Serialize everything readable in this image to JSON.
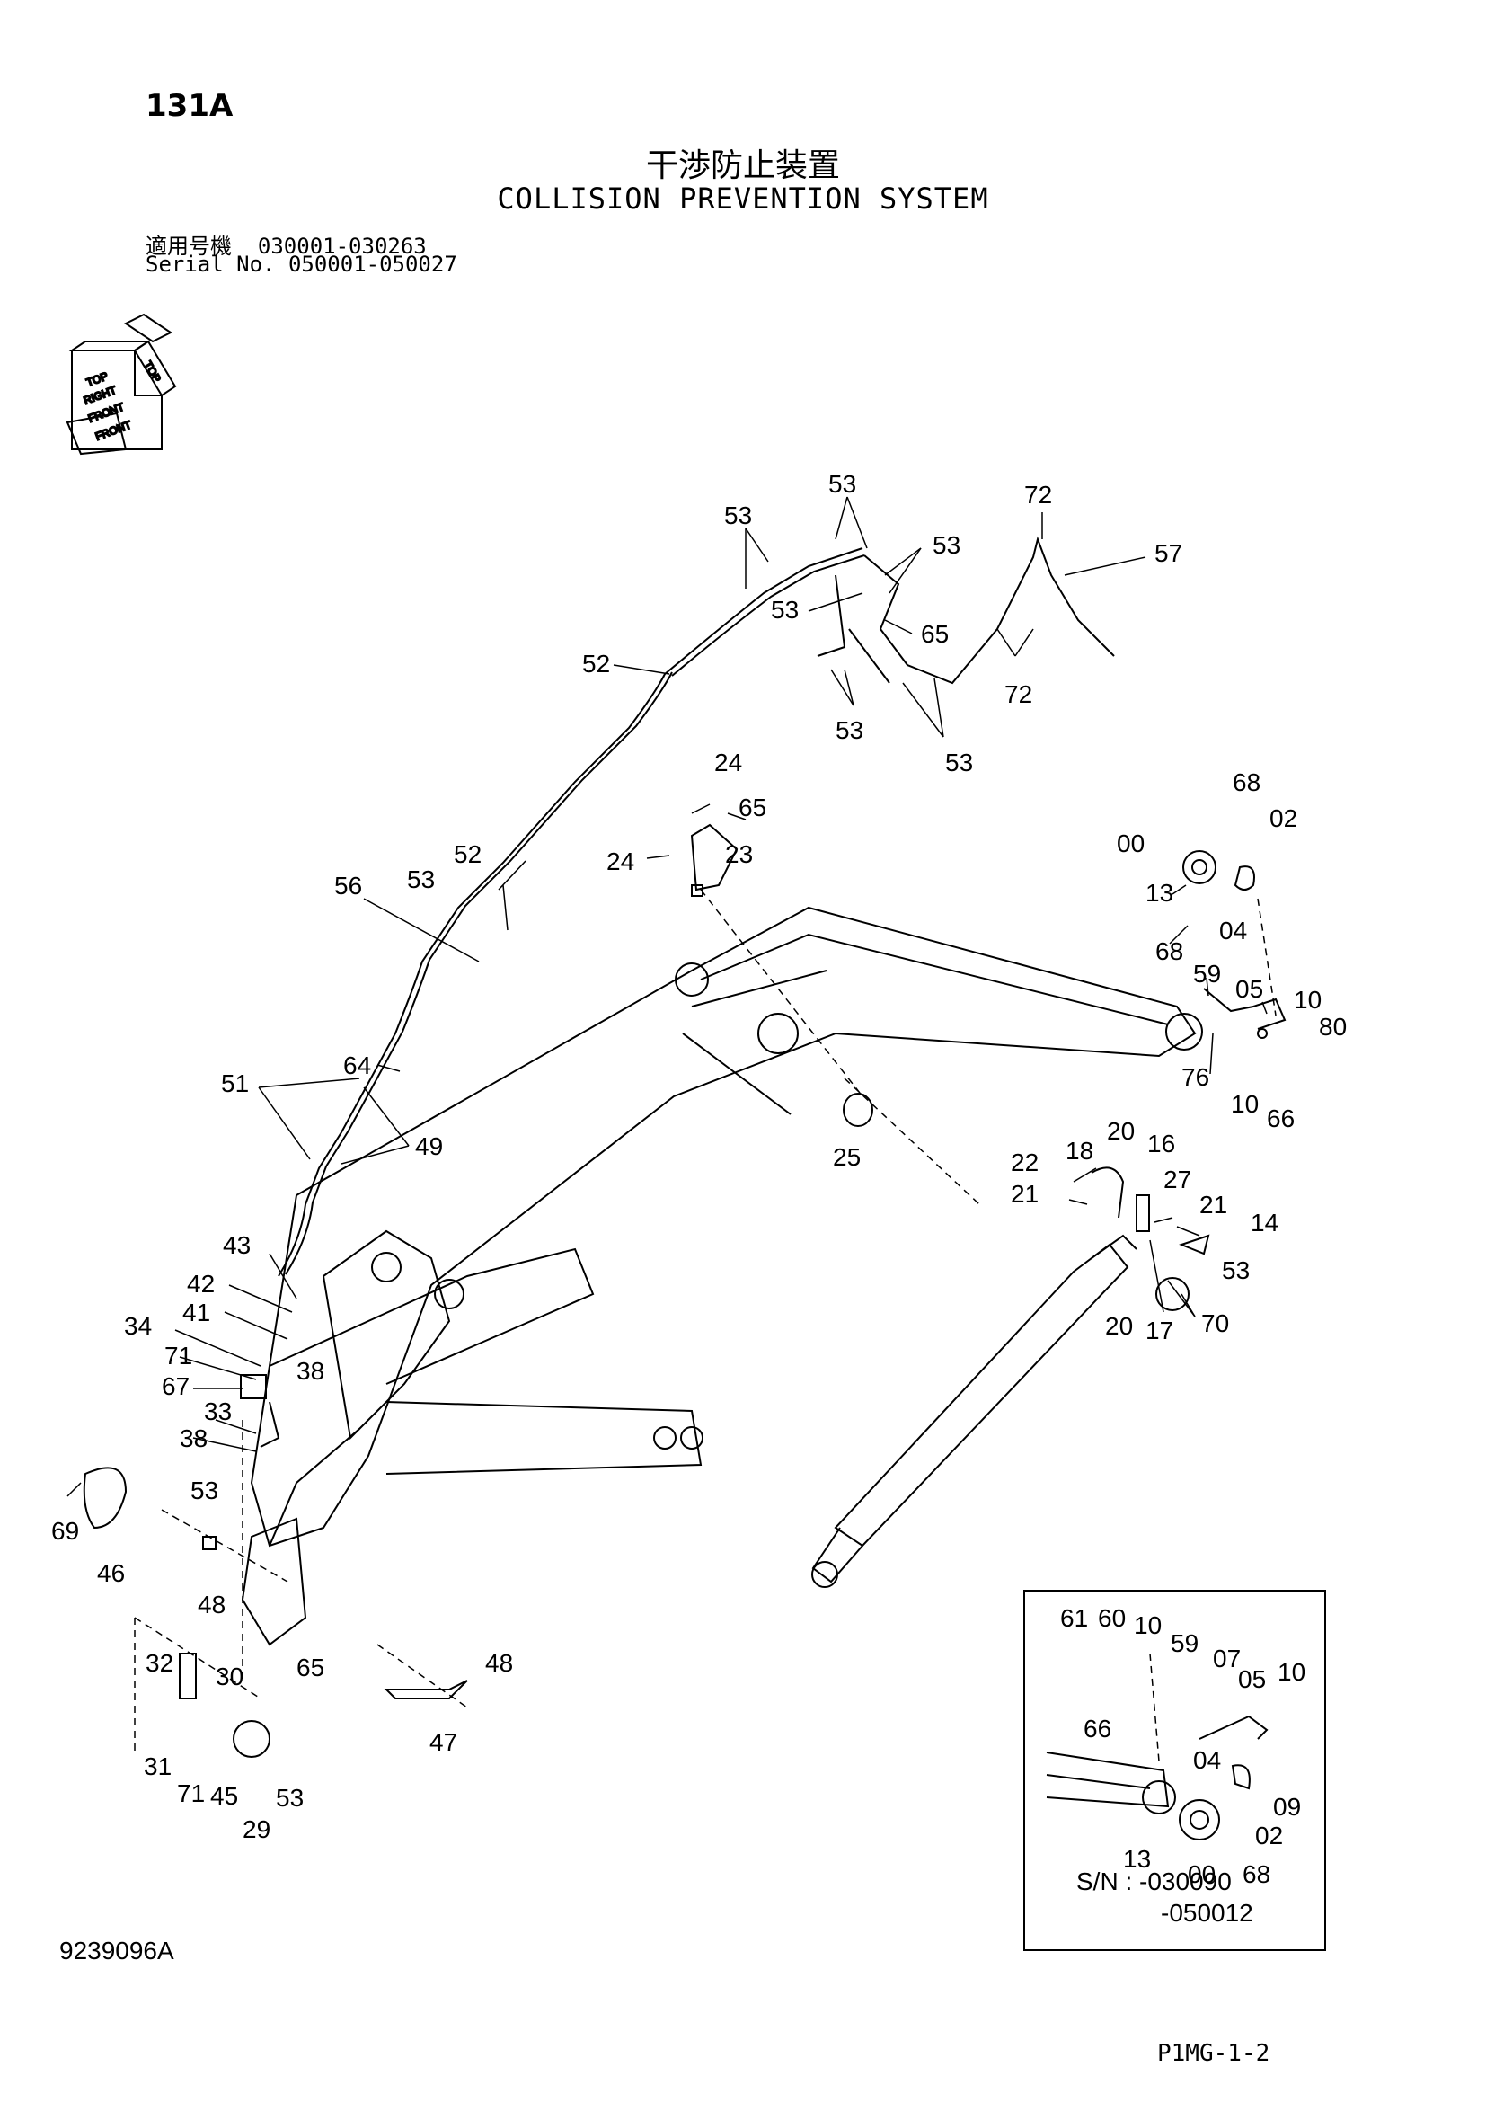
{
  "header": {
    "page_code": "131A",
    "title_jp": "干渉防止装置",
    "title_en": "COLLISION PREVENTION SYSTEM",
    "serial_line_jp": "適用号機  030001-030263",
    "serial_line_en": "Serial No. 050001-050027"
  },
  "orientation_icon": {
    "labels": [
      "TOP",
      "RIGHT",
      "FRONT",
      "FRONT",
      "TOP"
    ]
  },
  "part_labels": [
    "53",
    "53",
    "53",
    "53",
    "72",
    "57",
    "65",
    "72",
    "53",
    "53",
    "52",
    "24",
    "65",
    "23",
    "24",
    "52",
    "53",
    "56",
    "64",
    "51",
    "49",
    "68",
    "02",
    "00",
    "13",
    "04",
    "68",
    "59",
    "05",
    "10",
    "80",
    "76",
    "10",
    "66",
    "25",
    "20",
    "16",
    "22",
    "18",
    "27",
    "21",
    "21",
    "14",
    "53",
    "70",
    "20",
    "17",
    "43",
    "42",
    "41",
    "34",
    "71",
    "38",
    "67",
    "33",
    "38",
    "53",
    "69",
    "46",
    "48",
    "32",
    "30",
    "65",
    "48",
    "47",
    "31",
    "71",
    "45",
    "53",
    "29",
    "61",
    "60",
    "10",
    "59",
    "07",
    "05",
    "10",
    "66",
    "04",
    "09",
    "02",
    "13",
    "00",
    "68"
  ],
  "inset": {
    "sn_line1": "S/N : -030090",
    "sn_line2": "-050012"
  },
  "footer": {
    "doc_number": "9239096A",
    "page_ref": "P1MG-1-2"
  }
}
